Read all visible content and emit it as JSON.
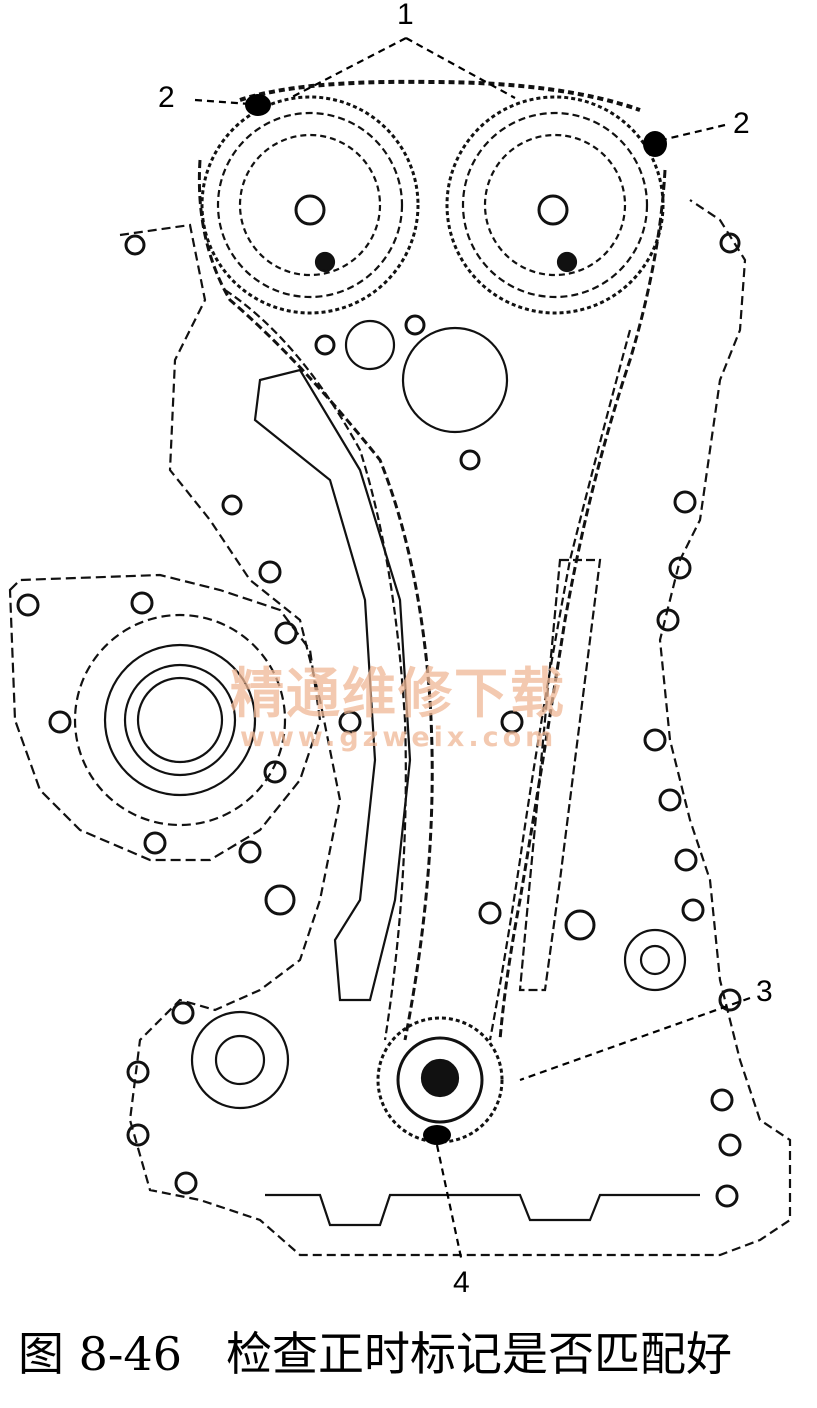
{
  "callouts": {
    "c1": "1",
    "c2_left": "2",
    "c2_right": "2",
    "c3": "3",
    "c4": "4"
  },
  "watermark": {
    "title": "精通维修下载",
    "url": "www.gzweix.com"
  },
  "caption": {
    "figure_number": "图 8-46",
    "text": "检查正时标记是否匹配好"
  },
  "colors": {
    "line": "#111111",
    "watermark": "#f0b896",
    "mark": "#000000"
  }
}
